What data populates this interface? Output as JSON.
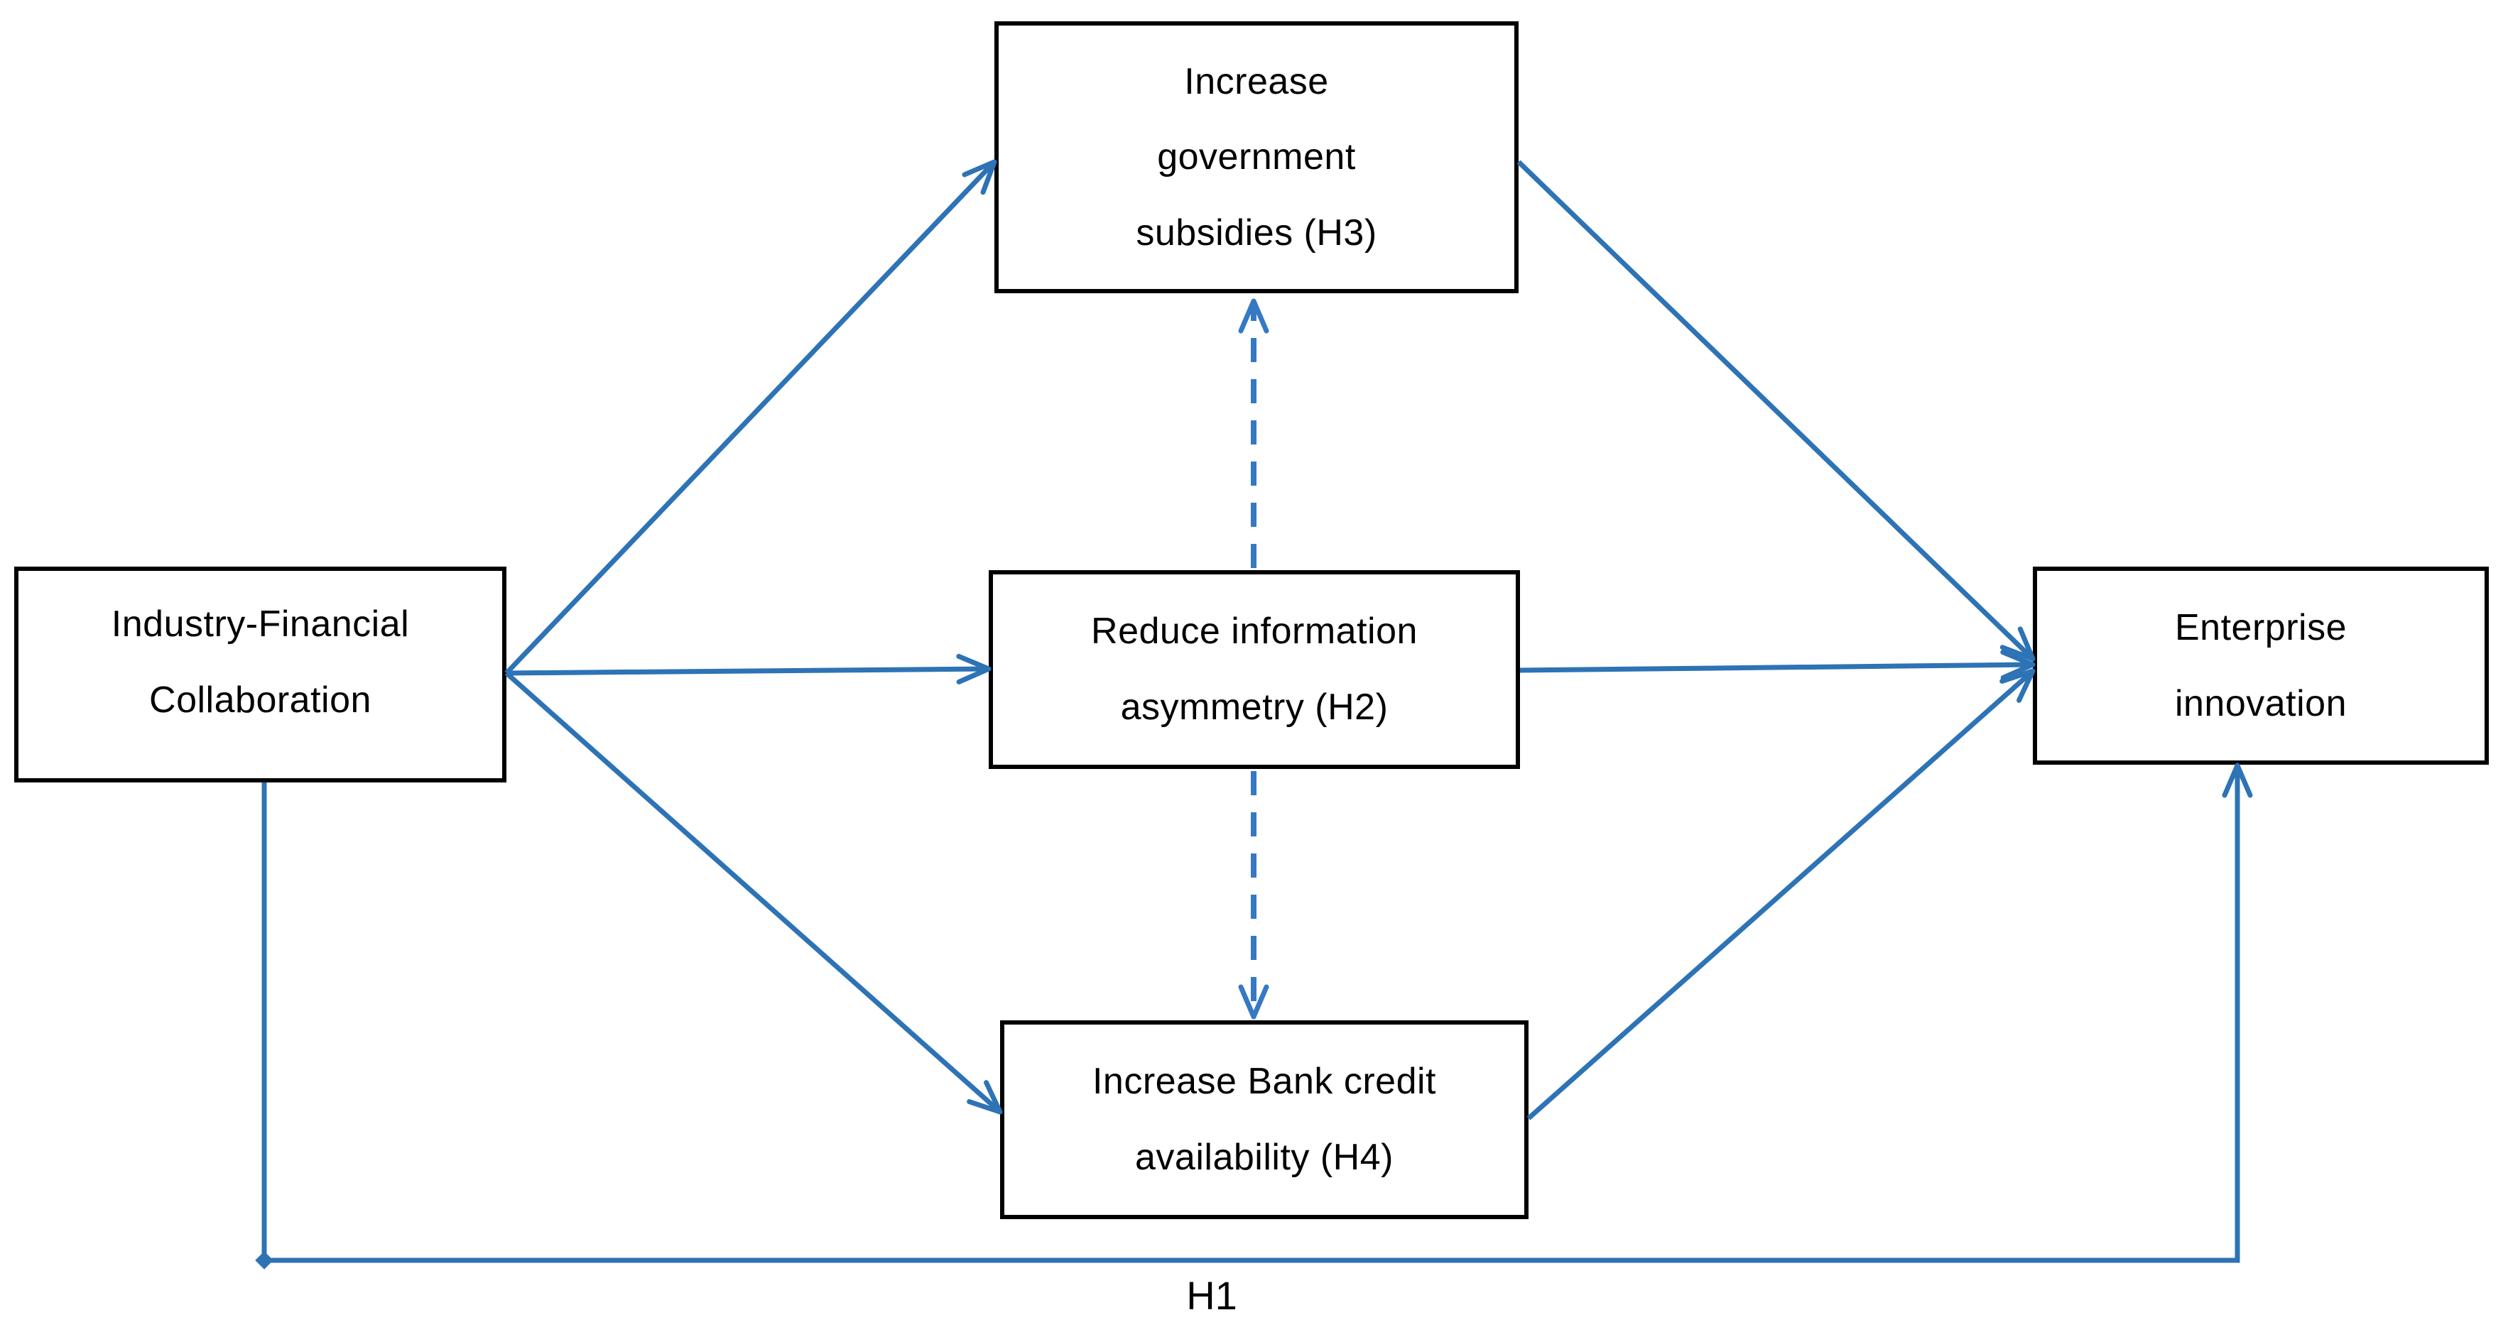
{
  "colors": {
    "line": "#2d73b5",
    "dashed_line": "#3579c4",
    "box_border": "#000000",
    "text": "#000000",
    "background": "#ffffff"
  },
  "nodes": {
    "collaboration": {
      "lines": [
        "Industry-Financial",
        "Collaboration"
      ]
    },
    "subsidies": {
      "lines": [
        "Increase",
        "government",
        "subsidies (H3)"
      ]
    },
    "information": {
      "lines": [
        "Reduce information",
        "asymmetry (H2)"
      ]
    },
    "credit": {
      "lines": [
        "Increase Bank credit",
        "availability (H4)"
      ]
    },
    "innovation": {
      "lines": [
        "Enterprise",
        "innovation"
      ]
    }
  },
  "labels": {
    "direct_effect": "H1"
  },
  "edges": [
    {
      "from": "Industry-Financial Collaboration",
      "to": "Increase government subsidies",
      "style": "solid-arrow"
    },
    {
      "from": "Industry-Financial Collaboration",
      "to": "Reduce information asymmetry",
      "style": "solid-arrow"
    },
    {
      "from": "Industry-Financial Collaboration",
      "to": "Increase Bank credit availability",
      "style": "solid-arrow"
    },
    {
      "from": "Increase government subsidies",
      "to": "Enterprise innovation",
      "style": "solid-arrow"
    },
    {
      "from": "Reduce information asymmetry",
      "to": "Enterprise innovation",
      "style": "solid-arrow"
    },
    {
      "from": "Increase Bank credit availability",
      "to": "Enterprise innovation",
      "style": "solid-arrow"
    },
    {
      "from": "Reduce information asymmetry",
      "to": "Increase government subsidies",
      "style": "dashed-arrow"
    },
    {
      "from": "Reduce information asymmetry",
      "to": "Increase Bank credit availability",
      "style": "dashed-arrow"
    },
    {
      "from": "Industry-Financial Collaboration",
      "to": "Enterprise innovation",
      "style": "solid-arrow-elbow",
      "label": "H1"
    }
  ]
}
